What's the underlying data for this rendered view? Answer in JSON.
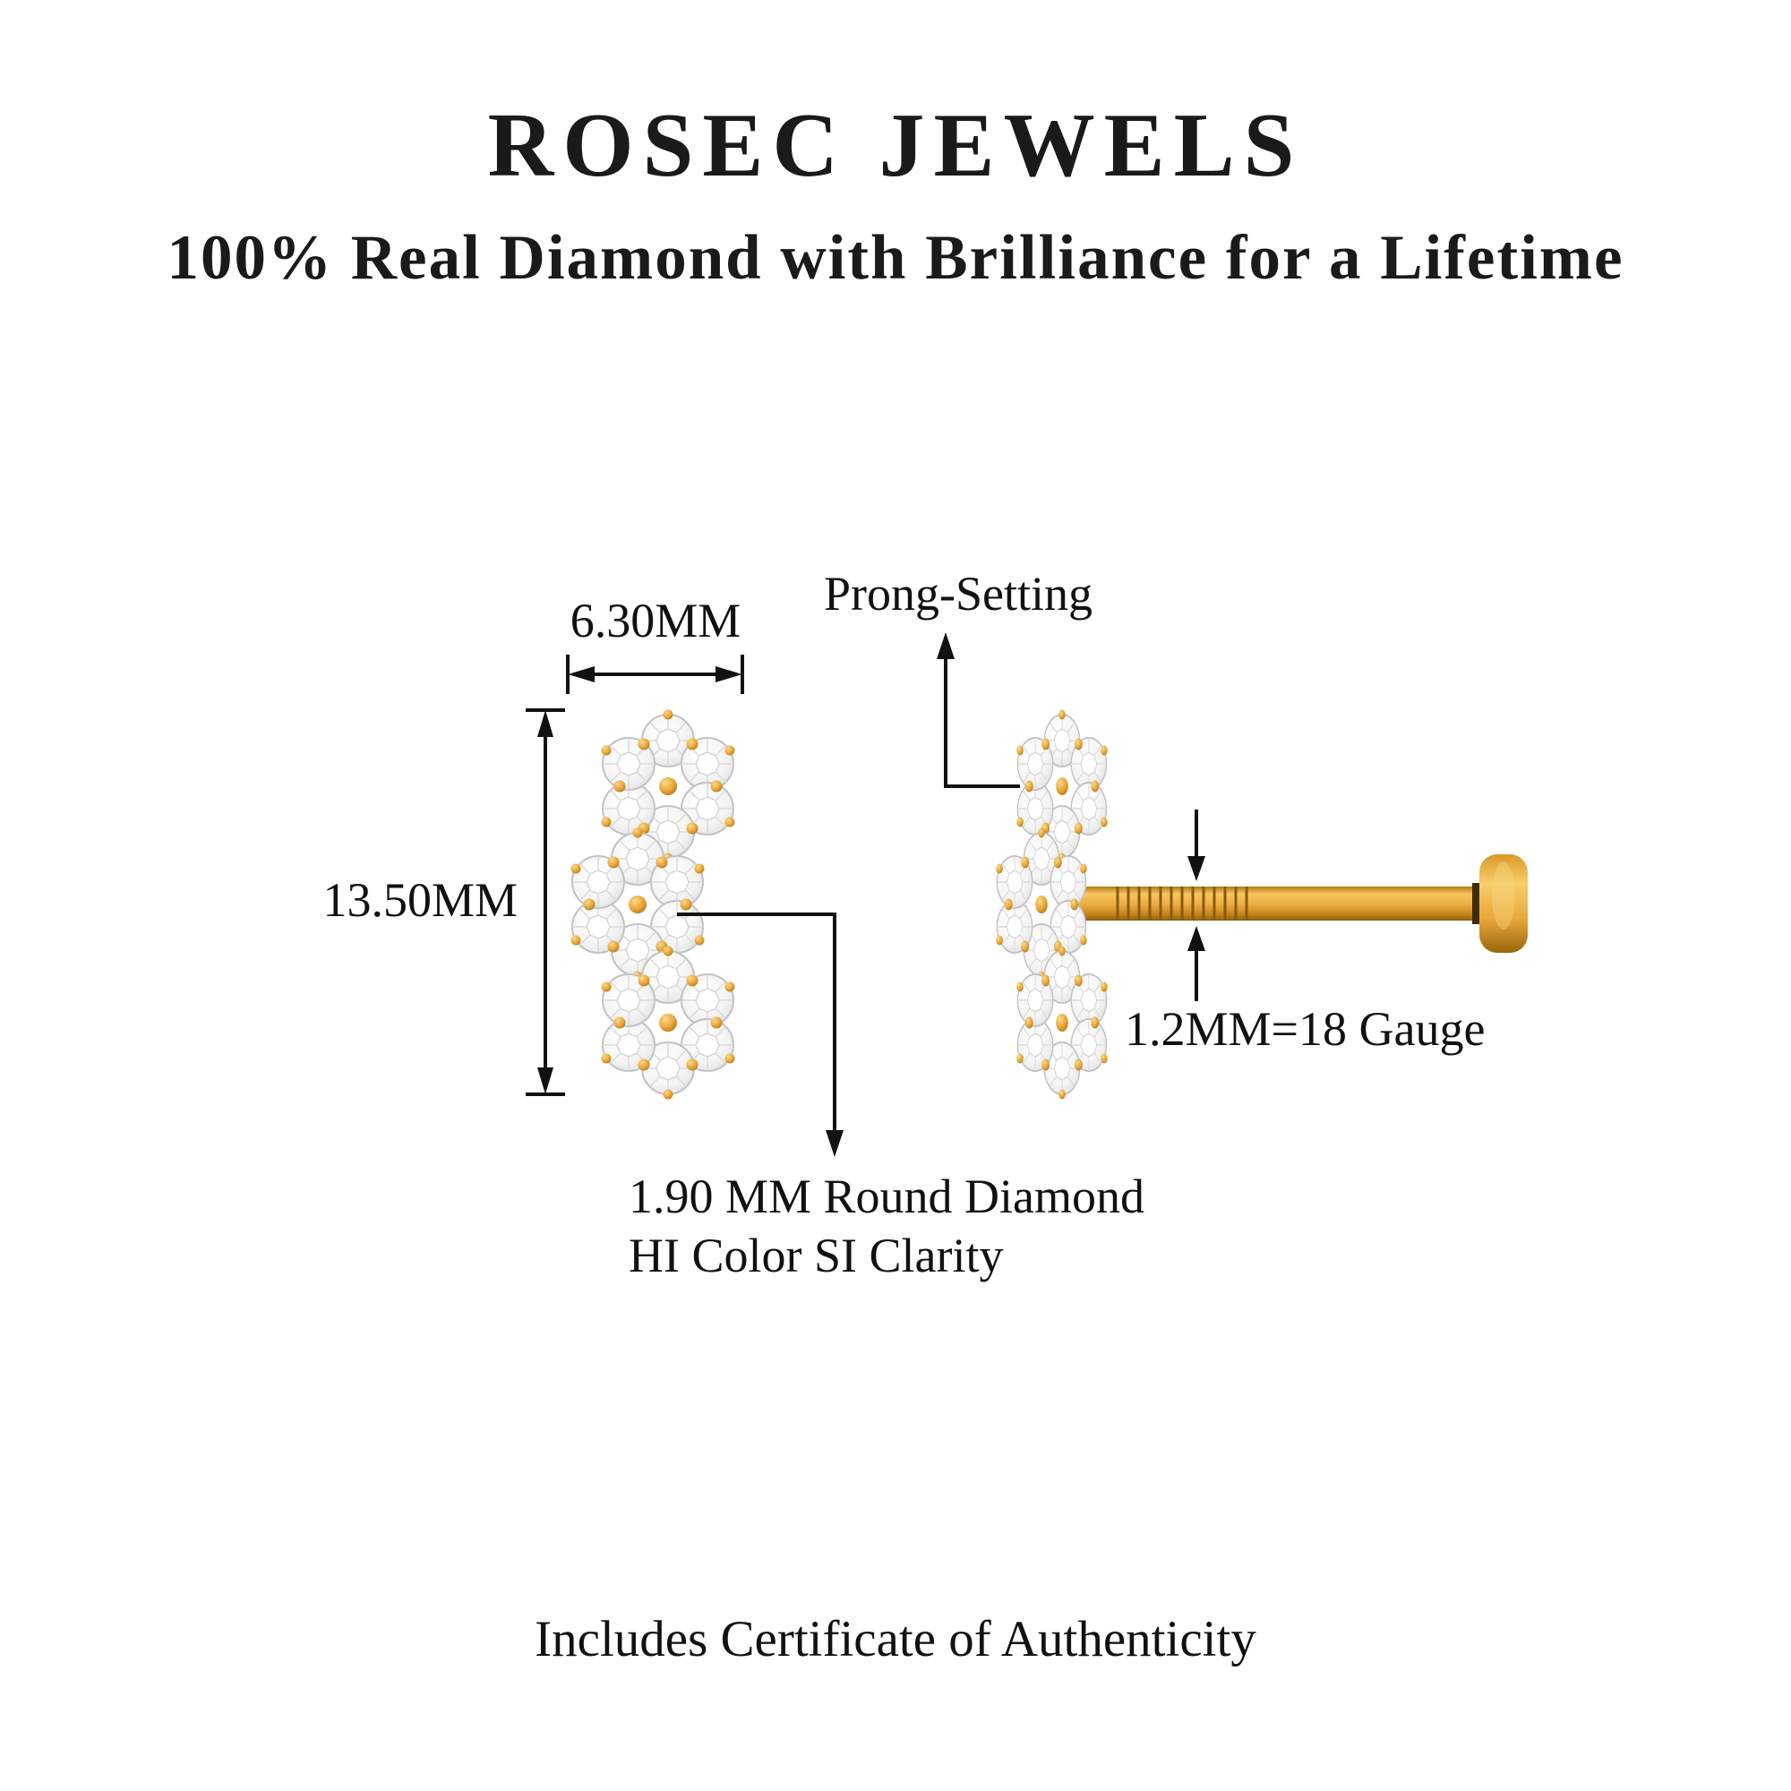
{
  "header": {
    "brand": "ROSEC JEWELS",
    "tagline": "100% Real Diamond with Brilliance for a Lifetime"
  },
  "annotations": {
    "prong_setting": "Prong-Setting",
    "width_dimension": "6.30MM",
    "height_dimension": "13.50MM",
    "gauge": "1.2MM=18 Gauge",
    "diamond_spec_line1": "1.90 MM Round Diamond",
    "diamond_spec_line2": "HI Color SI Clarity"
  },
  "footer": {
    "certificate_note": "Includes Certificate of Authenticity"
  },
  "colors": {
    "gold": "#E8A73C",
    "gold_dark": "#A9700D",
    "diamond_outline": "#C2C2C2",
    "annotation_ink": "#111111",
    "background": "#FFFFFF"
  }
}
